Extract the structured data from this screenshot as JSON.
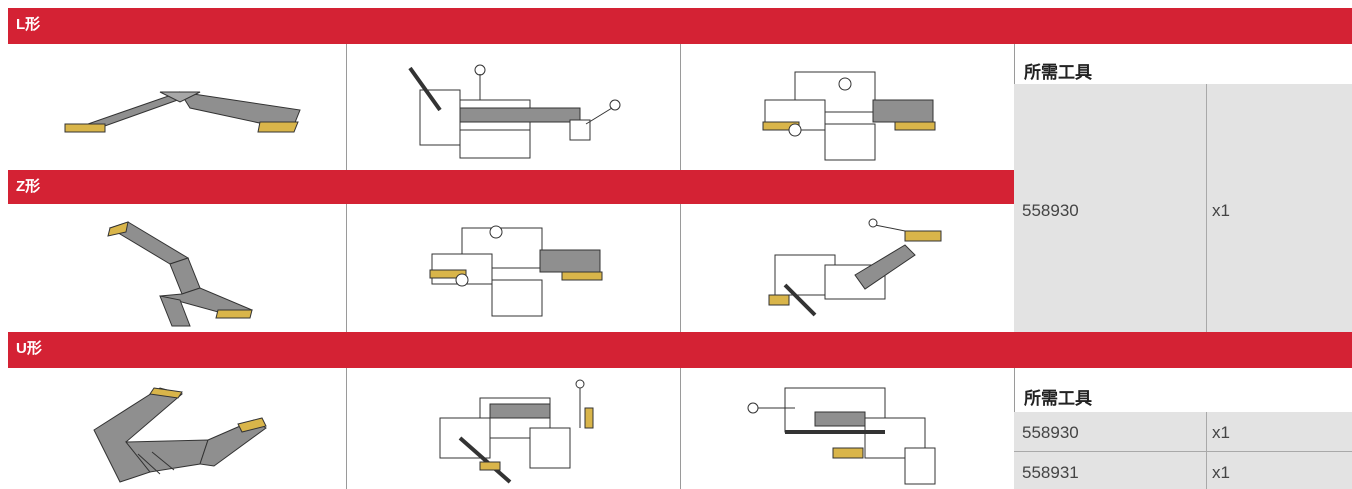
{
  "sections": [
    {
      "title": "L形"
    },
    {
      "title": "Z形"
    },
    {
      "title": "U形"
    }
  ],
  "tool_table_1": {
    "header": "所需工具",
    "rows": [
      {
        "part": "558930",
        "qty": "x1"
      }
    ]
  },
  "tool_table_2": {
    "header": "所需工具",
    "rows": [
      {
        "part": "558930",
        "qty": "x1"
      },
      {
        "part": "558931",
        "qty": "x1"
      }
    ]
  },
  "colors": {
    "band": "#d42234",
    "cable": "#8f8f8f",
    "connector": "#d9b54a",
    "table_bg": "#e3e3e3"
  }
}
